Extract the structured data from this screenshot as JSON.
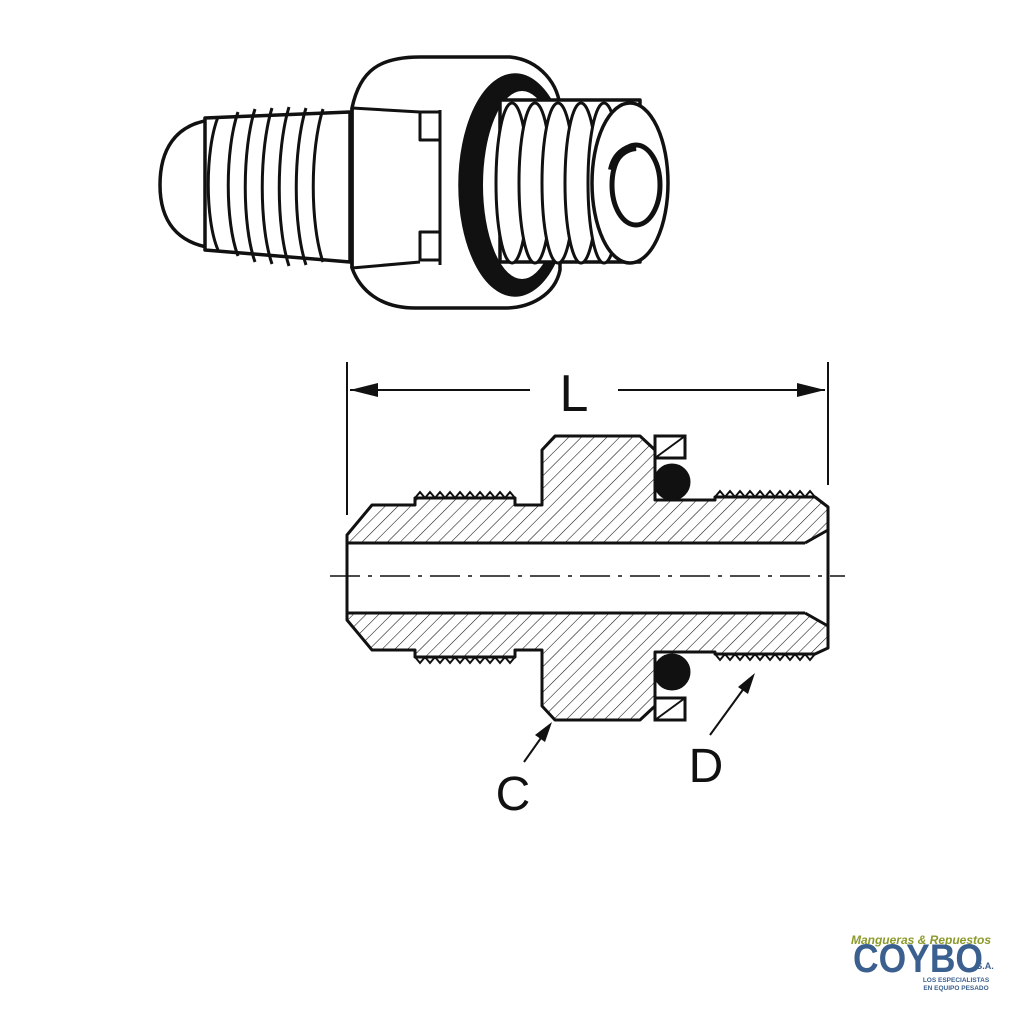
{
  "labels": {
    "overall_length": "L",
    "hex": "C",
    "thread": "D"
  },
  "logo": {
    "tagline_top": "Mangueras & Repuestos",
    "brand": "COYBO",
    "suffix": "S.A.",
    "tagline_line1": "LOS ESPECIALISTAS",
    "tagline_line2": "EN EQUIPO PESADO"
  },
  "colors": {
    "ink": "#111111",
    "logo_blue": "#3b5f8f",
    "logo_green": "#8a9a2a"
  }
}
